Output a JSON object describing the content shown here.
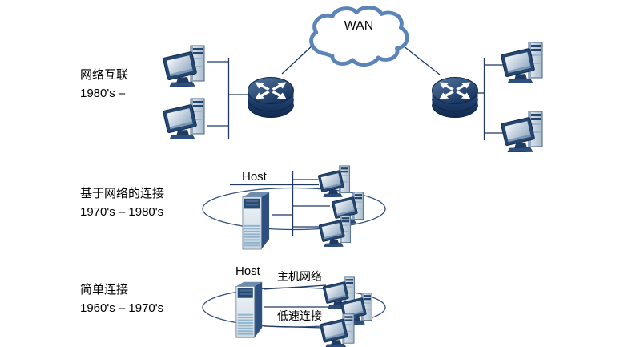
{
  "diagram": {
    "wan": {
      "label": "WAN"
    },
    "sections": [
      {
        "id": "internetworking",
        "label_line1": "网络互联",
        "label_line2": "1980's –"
      },
      {
        "id": "network_based_connection",
        "label_line1": "基于网络的连接",
        "label_line2": "1970's – 1980's",
        "host_label": "Host"
      },
      {
        "id": "simple_connection",
        "label_line1": "简单连接",
        "label_line2": "1960's – 1970's",
        "host_label": "Host",
        "host_network_label": "主机网络",
        "low_speed_label": "低速连接"
      }
    ],
    "colors": {
      "background": "#ffffff",
      "line": "#1f3864",
      "ellipse_stroke": "#33517e",
      "cloud_stroke": "#5b84b8",
      "device_navy": "#1f3a68",
      "device_light": "#c7d4e0",
      "text": "#000000"
    }
  }
}
